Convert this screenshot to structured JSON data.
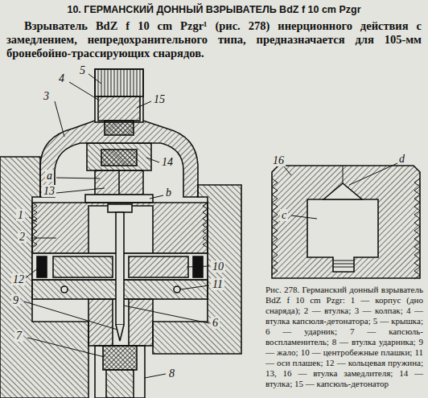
{
  "diagram": {
    "title": "10. ГЕРМАНСКИЙ ДОННЫЙ ВЗРЫВАТЕЛЬ BdZ f 10 cm Pzgr",
    "caption": "Рис. 278. Германский донный взрыватель BdZ f 10 cm Pzgr: 1 — корпус (дно снаряда); 2 — втулка; 3 — колпак; 4 — втулка капсюля-детонатора; 5 — крышка; 6 — ударник; 7 — капсюль-воспламенитель; 8 — втулка ударника; 9 — жало; 10 — центробежные плашки; 11 — оси плашек; 12 — кольцевая пружина; 13, 16 — втулка замедлителя; 14 — втулка; 15 — капсюль-детонатор",
    "labels": [
      "Взрыватель BdZ f 10 cm Pzgr¹ (рис. 278) инерционного действия с замедлением, непредохранительного типа, предназначается для 105-мм бронебойно-трассирующих снарядов.",
      "5",
      "15",
      "4",
      "3",
      "14",
      "a",
      "13",
      "b",
      "1",
      "2",
      "10",
      "12",
      "9",
      "11",
      "7",
      "6",
      "8",
      "16",
      "d",
      "c"
    ]
  }
}
